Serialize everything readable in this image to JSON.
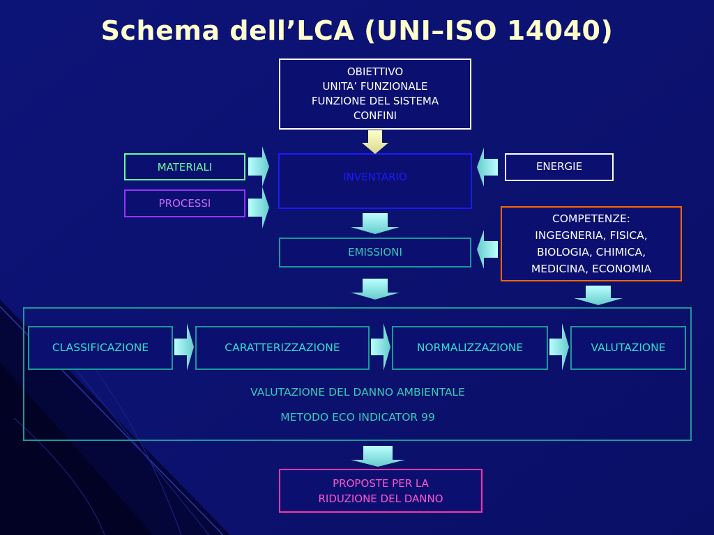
{
  "title": "Schema dell’LCA (UNI–ISO 14040)",
  "colors": {
    "background": "#0b1070",
    "title": "#ffffcc",
    "teal": "#1a9999",
    "inventario": "#1a1aff",
    "materiali": "#66ff99",
    "processi": "#9933ff",
    "competenze_border": "#ff6600",
    "proposte": "#ff33aa",
    "arrow_fill": "#99eeee"
  },
  "boxes": {
    "top_lines": [
      "OBIETTIVO",
      "UNITA’ FUNZIONALE",
      "FUNZIONE DEL SISTEMA",
      "CONFINI"
    ],
    "inventario": "INVENTARIO",
    "materiali": "MATERIALI",
    "processi": "PROCESSI",
    "energie": "ENERGIE",
    "competenze_lines": [
      "COMPETENZE:",
      "INGEGNERIA, FISICA,",
      "BIOLOGIA, CHIMICA,",
      "MEDICINA, ECONOMIA"
    ],
    "emissioni": "EMISSIONI"
  },
  "stages": [
    "CLASSIFICAZIONE",
    "CARATTERIZZAZIONE",
    "NORMALIZZAZIONE",
    "VALUTAZIONE"
  ],
  "assessment": {
    "line1": "VALUTAZIONE DEL DANNO AMBIENTALE",
    "line2": "METODO ECO INDICATOR 99"
  },
  "proposte_lines": [
    "PROPOSTE PER LA",
    "RIDUZIONE DEL DANNO"
  ]
}
